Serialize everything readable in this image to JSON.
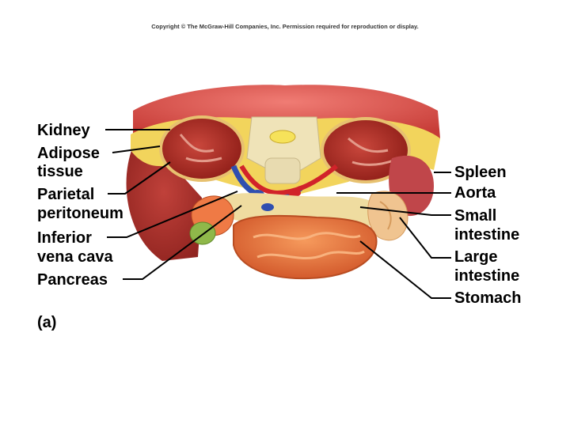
{
  "copyright": "Copyright © The McGraw-Hill Companies, Inc. Permission required for reproduction or display.",
  "panel_label": "(a)",
  "labels_left": {
    "kidney": "Kidney",
    "adipose_line1": "Adipose",
    "adipose_line2": "tissue",
    "parietal_line1": "Parietal",
    "parietal_line2": "peritoneum",
    "ivc_line1": "Inferior",
    "ivc_line2": "vena cava",
    "pancreas": "Pancreas"
  },
  "labels_right": {
    "spleen": "Spleen",
    "aorta": "Aorta",
    "small_line1": "Small",
    "small_line2": "intestine",
    "large_line1": "Large",
    "large_line2": "intestine",
    "stomach": "Stomach"
  },
  "colors": {
    "muscle": "#d9534f",
    "fat": "#f2d45c",
    "kidney": "#a3261f",
    "bone": "#efe3b8",
    "stomach": "#e8733f",
    "aorta": "#d1232a",
    "vena_cava": "#2f4fb0",
    "spleen": "#c0464a",
    "gallbladder": "#8fb84a"
  }
}
